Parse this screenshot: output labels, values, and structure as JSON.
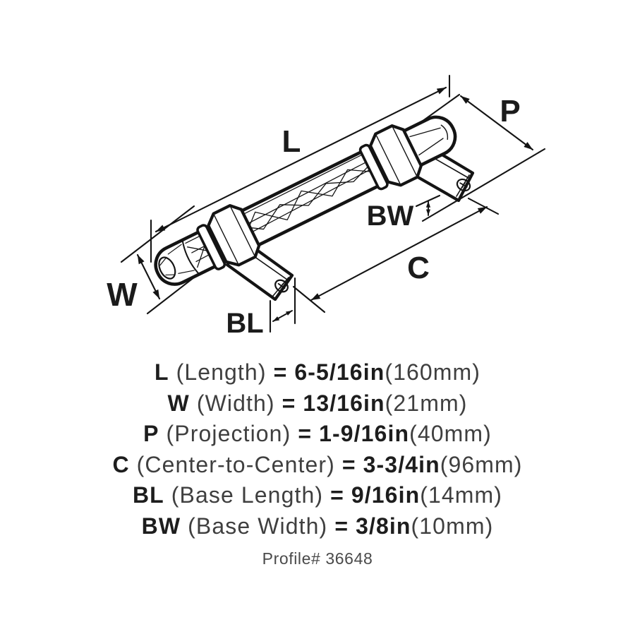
{
  "diagram": {
    "labels": {
      "l": "L",
      "w": "W",
      "p": "P",
      "c": "C",
      "bl": "BL",
      "bw": "BW"
    }
  },
  "specs": [
    {
      "symbol": "L",
      "name": "(Length)",
      "value": "= 6-5/16in",
      "metric": "(160mm)"
    },
    {
      "symbol": "W",
      "name": "(Width)",
      "value": "= 13/16in",
      "metric": "(21mm)"
    },
    {
      "symbol": "P",
      "name": "(Projection)",
      "value": "= 1-9/16in",
      "metric": "(40mm)"
    },
    {
      "symbol": "C",
      "name": "(Center-to-Center)",
      "value": "= 3-3/4in",
      "metric": "(96mm)"
    },
    {
      "symbol": "BL",
      "name": "(Base Length)",
      "value": "= 9/16in",
      "metric": "(14mm)"
    },
    {
      "symbol": "BW",
      "name": "(Base Width)",
      "value": "= 3/8in",
      "metric": "(10mm)"
    }
  ],
  "profile": "Profile# 36648",
  "colors": {
    "line": "#141414",
    "text_bold": "#1d1d1d",
    "text_regular": "#3f3f3f",
    "profile_text": "#4a4a4a",
    "background": "#ffffff"
  }
}
